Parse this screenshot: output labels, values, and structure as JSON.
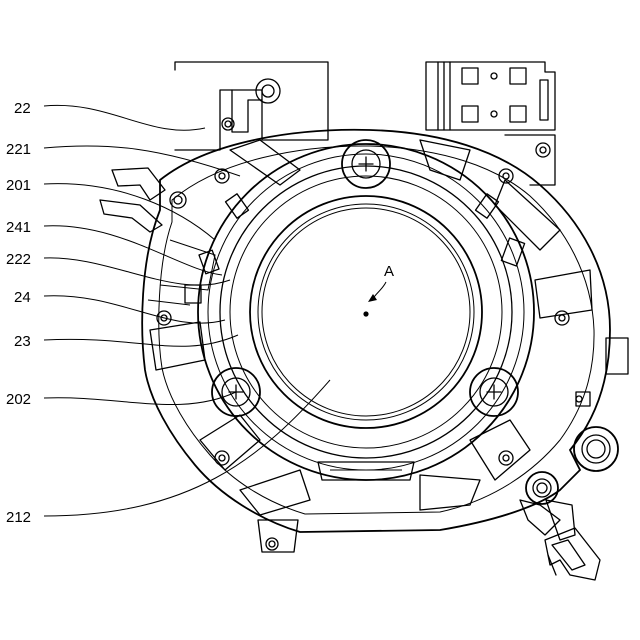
{
  "labels": {
    "l22": "22",
    "l221": "221",
    "l201": "201",
    "l241": "241",
    "l222": "222",
    "l24": "24",
    "l23": "23",
    "l202": "202",
    "l212": "212",
    "lA": "A"
  }
}
